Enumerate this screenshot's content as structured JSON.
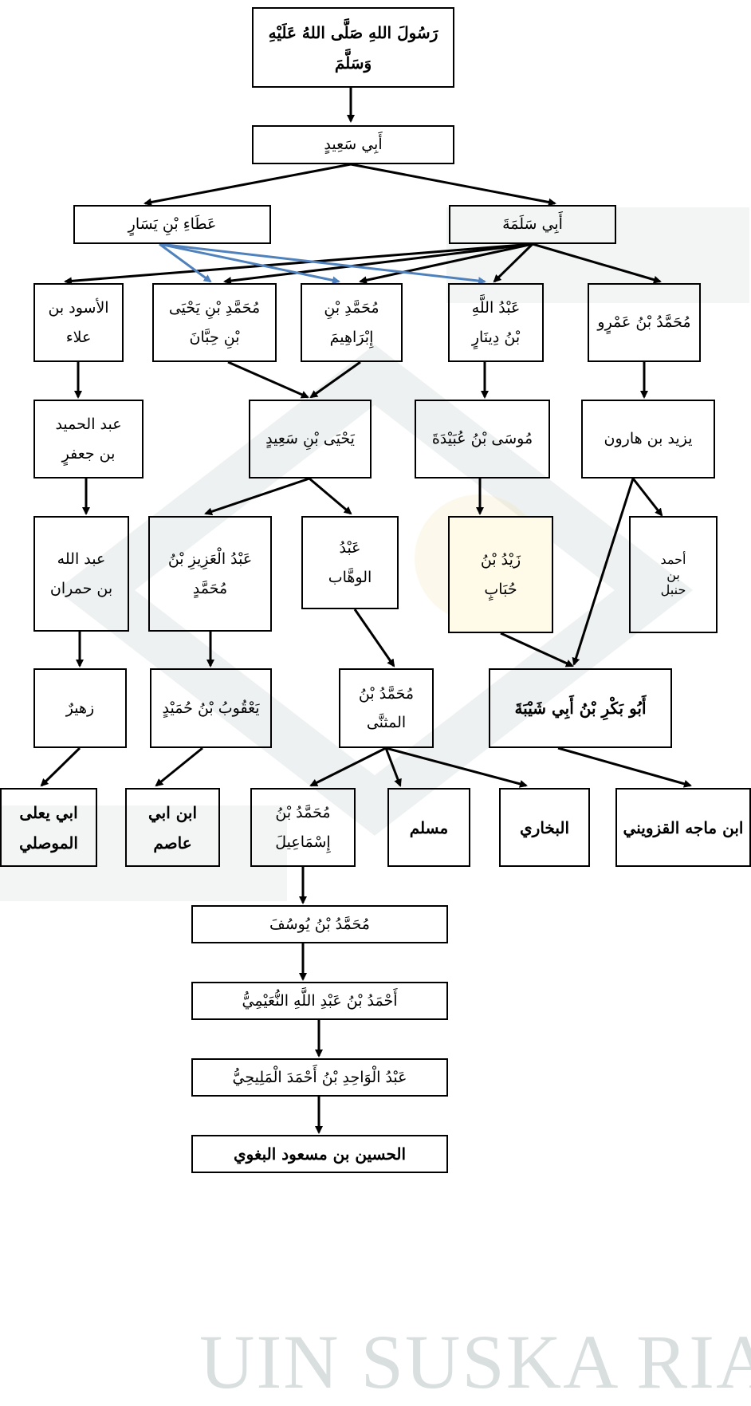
{
  "watermark": "UIN SUSKA RIAU",
  "nodes": {
    "rasul": "رَسُولَ اللهِ صَلَّى اللهُ عَلَيْهِ\nوَسَلَّمَ",
    "abi_said": "أَبِي سَعِيدٍ",
    "atha": "عَطَاءِ بْنِ يَسَارٍ",
    "abi_salamah": "أَبِي سَلَمَةَ",
    "aswad": "الأسود بن\nعلاء",
    "m_yahya": "مُحَمَّدِ بْنِ يَحْيَى\nبْنِ حِبَّانَ",
    "m_ibrahim": "مُحَمَّدِ بْنِ\nإِبْرَاهِيمَ",
    "abdullah_dinar": "عَبْدُ اللَّهِ\nبْنُ دِينَارٍ",
    "m_amr": "مُحَمَّدُ بْنُ عَمْرٍو",
    "abdulhamid": "عبد الحميد\nبن جعفرٍ",
    "yahya_said": "يَحْيَى بْنِ سَعِيدٍ",
    "musa": "مُوسَى بْنُ عُبَيْدَةَ",
    "yazid": "يزيد بن هارون",
    "abdullah_humran": "عبد الله\nبن حمران",
    "abdulaziz": "عَبْدُ الْعَزِيزِ بْنُ\nمُحَمَّدٍ",
    "abdulwahhab": "عَبْدُ\nالوهَّاب",
    "zaid": "زَيْدُ بْنُ\nحُبَابٍ",
    "ahmad_hanbal": "أحمد\nبن\nحنبل",
    "zuhair": "زهيرٌ",
    "yaqub": "يَعْقُوبُ بْنُ حُمَيْدٍ",
    "m_mutsanna": "مُحَمَّدُ بْنُ\nالمثنَّى",
    "abubakr": "أَبُو بَكْرِ بْنُ أَبِي شَيْبَةَ",
    "abu_yala": "ابي يعلى\nالموصلي",
    "ibn_abi_asim": "ابن ابي\nعاصم",
    "m_ismail": "مُحَمَّدُ بْنُ\nإِسْمَاعِيلَ",
    "muslim": "مسلم",
    "bukhari": "البخاري",
    "ibn_majah": "ابن ماجه القزويني",
    "m_yusuf": "مُحَمَّدُ بْنُ يُوسُفَ",
    "ahmad_nuaimi": "أَحْمَدُ بْنُ عَبْدِ اللَّهِ النُّعَيْمِيُّ",
    "abdulwahid": "عَبْدُ الْوَاحِدِ بْنُ أَحْمَدَ الْمَلِيحِيُّ",
    "baghawi": "الحسين بن مسعود البغوي"
  },
  "colors": {
    "line": "#000000",
    "blue_line": "#4f81bd",
    "highlight": "#fffbe8"
  }
}
